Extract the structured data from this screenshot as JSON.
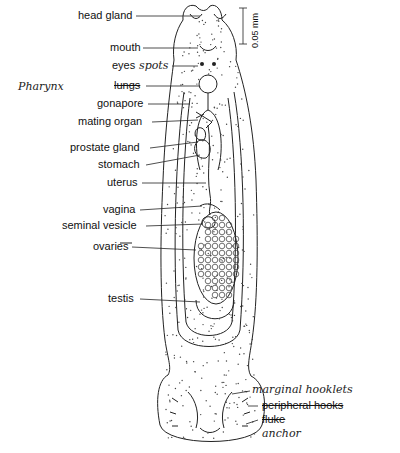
{
  "diagram": {
    "labels": [
      "head gland",
      "mouth",
      "eyes",
      "spots",
      "Pharynx",
      "lungs",
      "gonapore",
      "mating organ",
      "prostate gland",
      "stomach",
      "uterus",
      "vagina",
      "seminal vesicle",
      "ovaries",
      "testis",
      "marginal hooklets",
      "peripheral hooks",
      "fluke",
      "anchor",
      "0.05 mm"
    ]
  }
}
